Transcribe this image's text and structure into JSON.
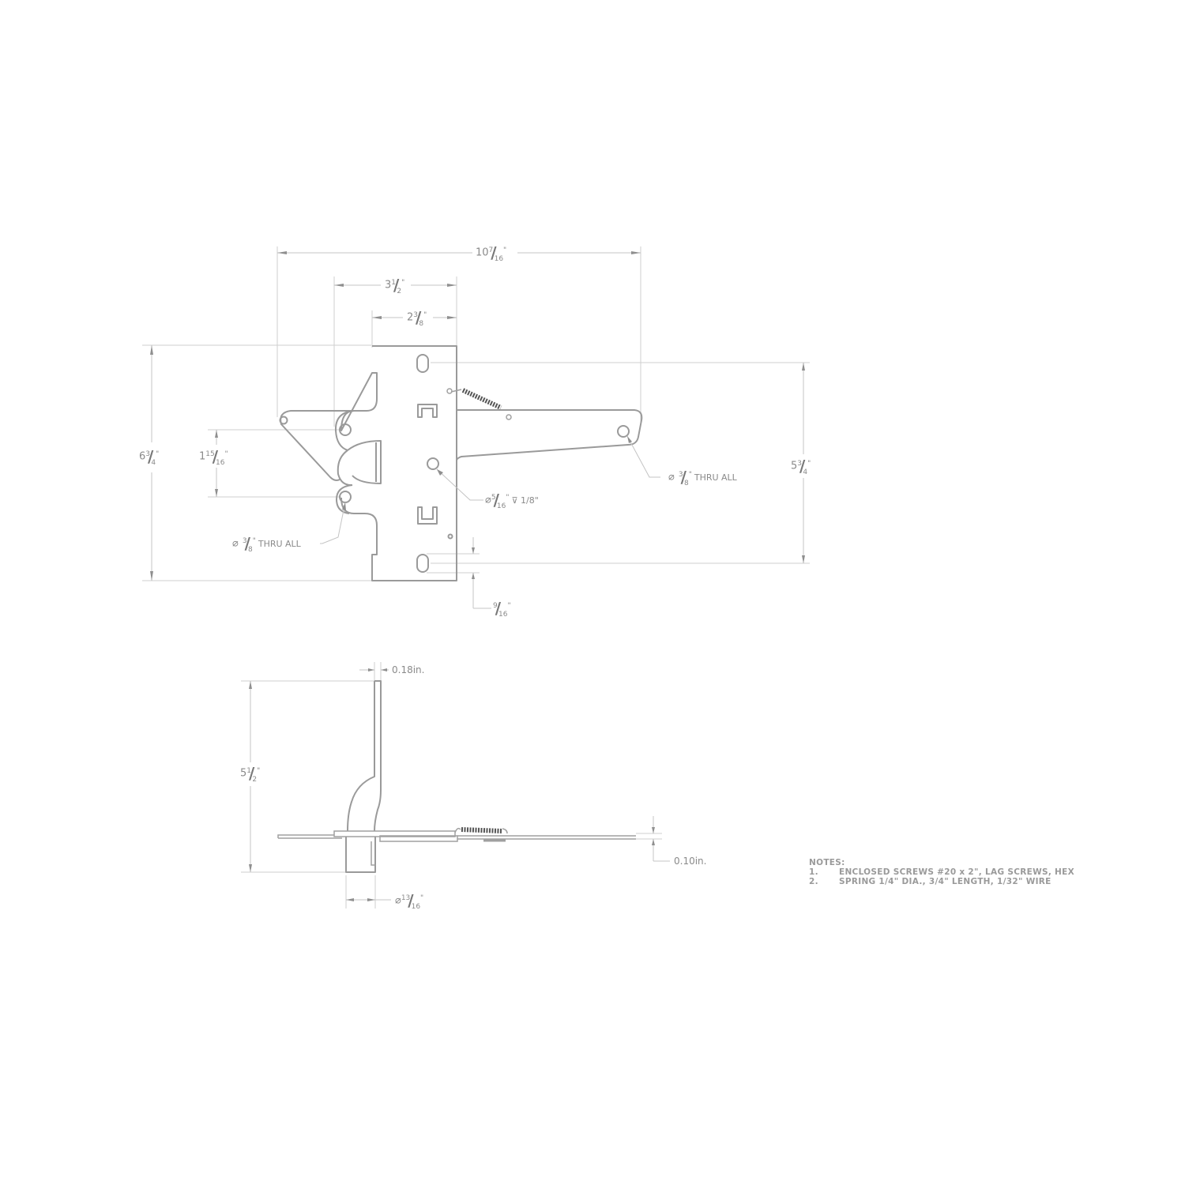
{
  "drawing": {
    "type": "technical-drawing",
    "subject": "gate latch",
    "stroke_color": "#9a9a9a",
    "dimension_color": "#c4c4c4",
    "text_color": "#8a8a8a"
  },
  "top_view": {
    "dimensions": {
      "overall_width": {
        "whole": "10",
        "num": "7",
        "den": "16",
        "unit": "\""
      },
      "latch_width": {
        "whole": "3",
        "num": "1",
        "den": "2",
        "unit": "\""
      },
      "plate_width": {
        "whole": "2",
        "num": "3",
        "den": "8",
        "unit": "\""
      },
      "overall_height": {
        "whole": "6",
        "num": "3",
        "den": "4",
        "unit": "\""
      },
      "hole_spacing": {
        "whole": "1",
        "num": "15",
        "den": "16",
        "unit": "\""
      },
      "slot_span": {
        "whole": "5",
        "num": "3",
        "den": "4",
        "unit": "\""
      },
      "slot_width": {
        "whole": "",
        "num": "9",
        "den": "16",
        "unit": "\""
      }
    },
    "callouts": {
      "left_hole": {
        "prefix": "⌀",
        "num": "3",
        "den": "8",
        "unit": "\"",
        "suffix": "THRU ALL"
      },
      "center_hole": {
        "prefix": "⌀",
        "num": "5",
        "den": "16",
        "unit": "\"",
        "suffix": "⊽ 1/8\""
      },
      "arm_hole": {
        "prefix": "⌀",
        "num": "3",
        "den": "8",
        "unit": "\"",
        "suffix": "THRU ALL"
      }
    }
  },
  "side_view": {
    "dimensions": {
      "thickness_top": "0.18in.",
      "thickness_arm": "0.10in.",
      "height": {
        "whole": "5",
        "num": "1",
        "den": "2",
        "unit": "\""
      },
      "post_diameter": {
        "prefix": "⌀",
        "num": "13",
        "den": "16",
        "unit": "\""
      }
    }
  },
  "notes": {
    "title": "NOTES:",
    "items": [
      {
        "num": "1.",
        "text": "ENCLOSED SCREWS #20 x 2\", LAG SCREWS, HEX"
      },
      {
        "num": "2.",
        "text": "SPRING 1/4\" DIA., 3/4\" LENGTH, 1/32\" WIRE"
      }
    ]
  }
}
